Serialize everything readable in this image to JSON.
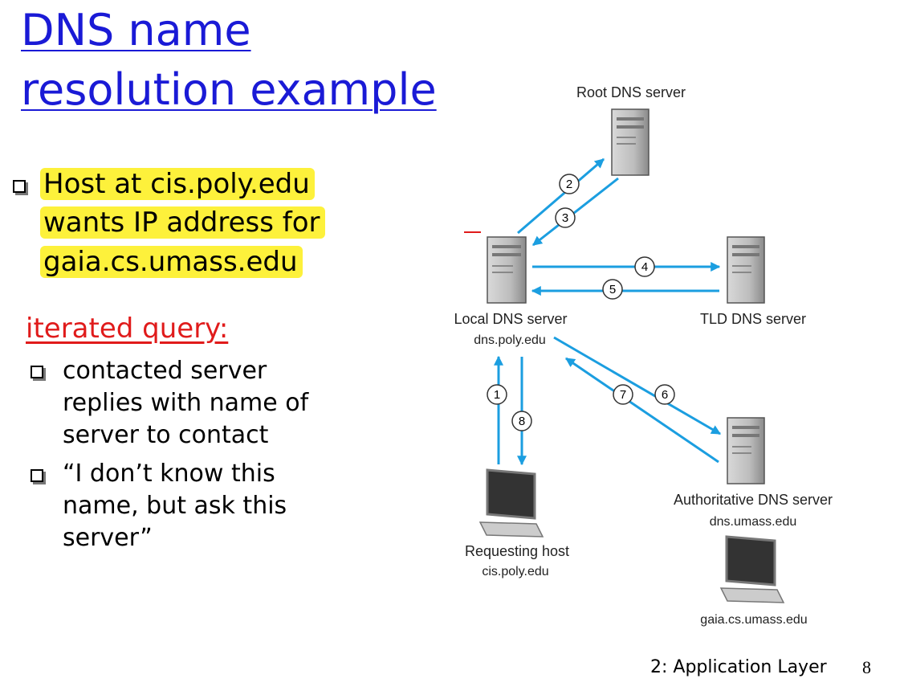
{
  "title": {
    "line1": "DNS name",
    "line2": "resolution example"
  },
  "highlight_bullet": {
    "lines": [
      "Host at cis.poly.edu",
      "wants IP address for",
      "gaia.cs.umass.edu"
    ],
    "highlight_color": "#fdf13b"
  },
  "iterated": {
    "heading": "iterated query:",
    "heading_color": "#e01b1b",
    "bullets": [
      {
        "lines": [
          "contacted server",
          "replies with name of",
          "server to contact"
        ]
      },
      {
        "lines": [
          "“I don’t know this",
          "name, but ask this",
          "server”"
        ]
      }
    ]
  },
  "diagram": {
    "arrow_color": "#1b9ee0",
    "nodes": {
      "root": {
        "label": "Root DNS server"
      },
      "local": {
        "label": "Local DNS server",
        "host": "dns.poly.edu"
      },
      "tld": {
        "label": "TLD DNS server"
      },
      "auth": {
        "label": "Authoritative DNS server",
        "host": "dns.umass.edu"
      },
      "requesting": {
        "label": "Requesting host",
        "host": "cis.poly.edu"
      },
      "gaia": {
        "host": "gaia.cs.umass.edu"
      }
    },
    "steps": [
      "1",
      "2",
      "3",
      "4",
      "5",
      "6",
      "7",
      "8"
    ]
  },
  "footer": {
    "chapter": "2: Application Layer",
    "page": "8"
  }
}
